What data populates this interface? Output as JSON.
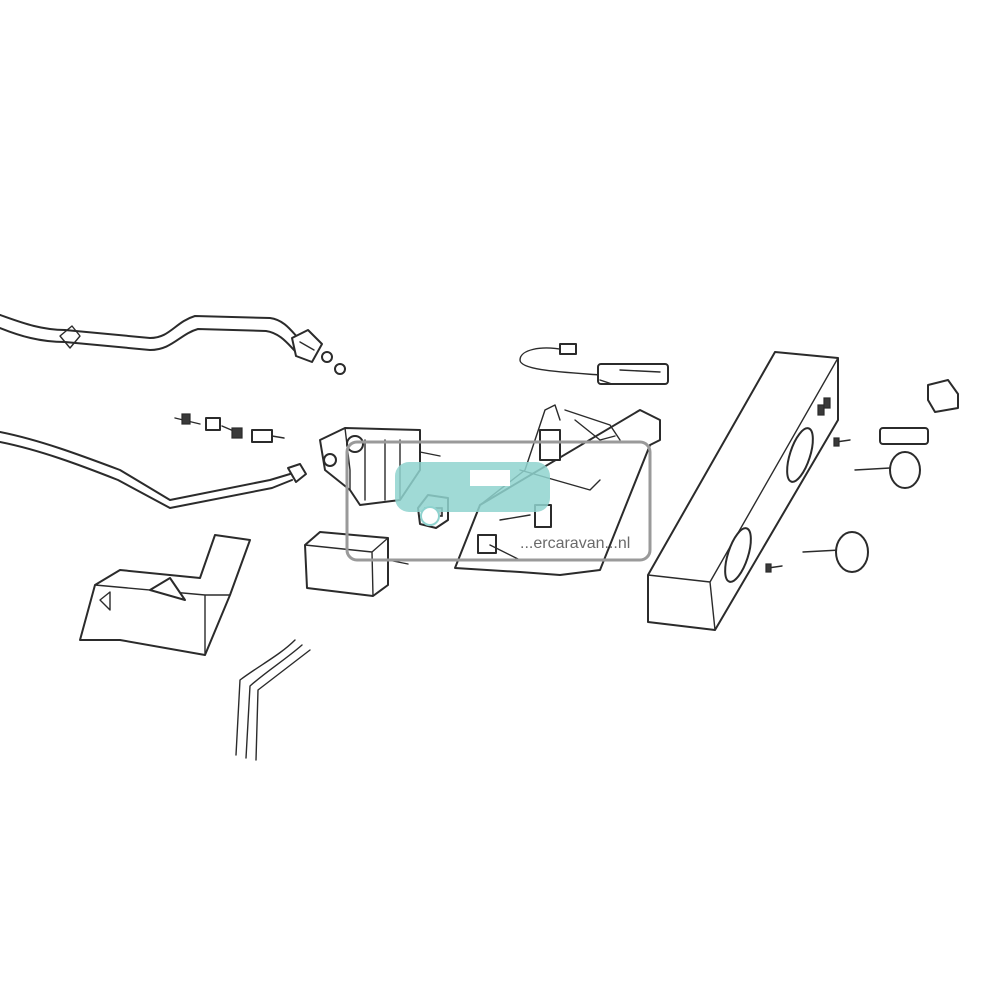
{
  "watermark": {
    "text": "...ercaravan...nl",
    "logo_icon": "caravan-logo-icon",
    "logo_color": "#8fd3cf",
    "frame_color": "#9a9a9a"
  },
  "diagram": {
    "kind": "exploded-parts-view",
    "parts": [
      "gas-pipe",
      "pipe-nut",
      "sealing-rings",
      "fitting-set",
      "thermocouple-line",
      "gas-valve",
      "ignition-cable",
      "control-board",
      "switch-block",
      "heat-shield-cover",
      "sensor-leads",
      "front-panel",
      "knob-cap",
      "knob-sleeve",
      "control-knob",
      "screw"
    ]
  }
}
